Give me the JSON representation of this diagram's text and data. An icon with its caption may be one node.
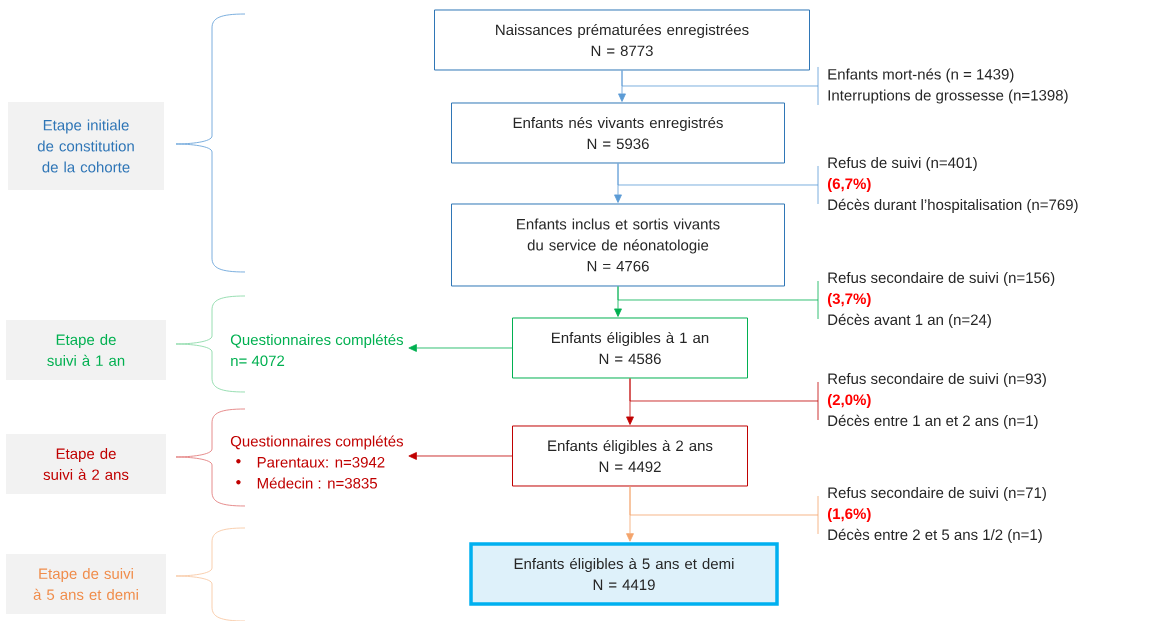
{
  "diagram": {
    "nodes": [
      {
        "text": [
          "Naissances prématurées enregistrées",
          "N = 8773"
        ]
      },
      {
        "text": [
          "Enfants nés vivants enregistrés",
          "N = 5936"
        ]
      },
      {
        "text": [
          "Enfants inclus et sortis vivants du service de néonatologie",
          "N = 4766"
        ]
      },
      {
        "text": [
          "Enfants éligibles à 1 an",
          "N = 4586"
        ]
      },
      {
        "text": [
          "Enfants éligibles à 2 ans",
          "N = 4492"
        ]
      },
      {
        "text": [
          "Enfants éligibles à 5 ans et demi",
          "N = 4419"
        ]
      },
      {
        "text": [
          "Enfants mort-nés (n = 1439)",
          "Interruptions de grossesse (n=1398)"
        ]
      },
      {
        "text": [
          "Refus de suivi (n=401)",
          "(6,7%)",
          "Décès durant l’hospitalisation (n=769)"
        ]
      },
      {
        "text": [
          "Refus secondaire de suivi (n=156)",
          "(3,7%)",
          "Décès avant 1 an (n=24)"
        ]
      },
      {
        "text": [
          "Refus secondaire de suivi (n=93)",
          "(2,0%)",
          "Décès entre 1 an et 2 ans (n=1)"
        ]
      },
      {
        "text": [
          "Refus secondaire de suivi (n=71)",
          "(1,6%)",
          "Décès entre 2 et 5 ans 1/2 (n=1)"
        ]
      },
      {
        "text": [
          "Etape initiale de constitution de la cohorte"
        ]
      },
      {
        "text": [
          "Etape de suivi à 1 an"
        ]
      },
      {
        "text": [
          "Etape de suivi à 2 ans"
        ]
      },
      {
        "text": [
          "Etape de suivi à 5 ans et demi"
        ]
      },
      {
        "text": [
          "Questionnaires complétés",
          "n= 4072"
        ]
      },
      {
        "text": [
          "Questionnaires complétés",
          "Parentaux: n=3942",
          "Médecin : n=3835"
        ]
      }
    ],
    "edges": [
      {
        "from": 0,
        "to": 1,
        "arrow": "to",
        "color": "#5b9bd5"
      },
      {
        "from": 0,
        "to": 6,
        "arrow": "none",
        "color": "#5b9bd5"
      },
      {
        "from": 1,
        "to": 2,
        "arrow": "to",
        "color": "#5b9bd5"
      },
      {
        "from": 1,
        "to": 7,
        "arrow": "none",
        "color": "#5b9bd5"
      },
      {
        "from": 2,
        "to": 3,
        "arrow": "to",
        "color": "#00b050"
      },
      {
        "from": 2,
        "to": 8,
        "arrow": "none",
        "color": "#00b050"
      },
      {
        "from": 3,
        "to": 15,
        "arrow": "to",
        "color": "#00b050"
      },
      {
        "from": 3,
        "to": 4,
        "arrow": "to",
        "color": "#c00000"
      },
      {
        "from": 3,
        "to": 9,
        "arrow": "none",
        "color": "#c00000"
      },
      {
        "from": 4,
        "to": 16,
        "arrow": "to",
        "color": "#c00000"
      },
      {
        "from": 4,
        "to": 5,
        "arrow": "to",
        "color": "#f4a46c"
      },
      {
        "from": 4,
        "to": 10,
        "arrow": "none",
        "color": "#f4a46c"
      }
    ]
  }
}
